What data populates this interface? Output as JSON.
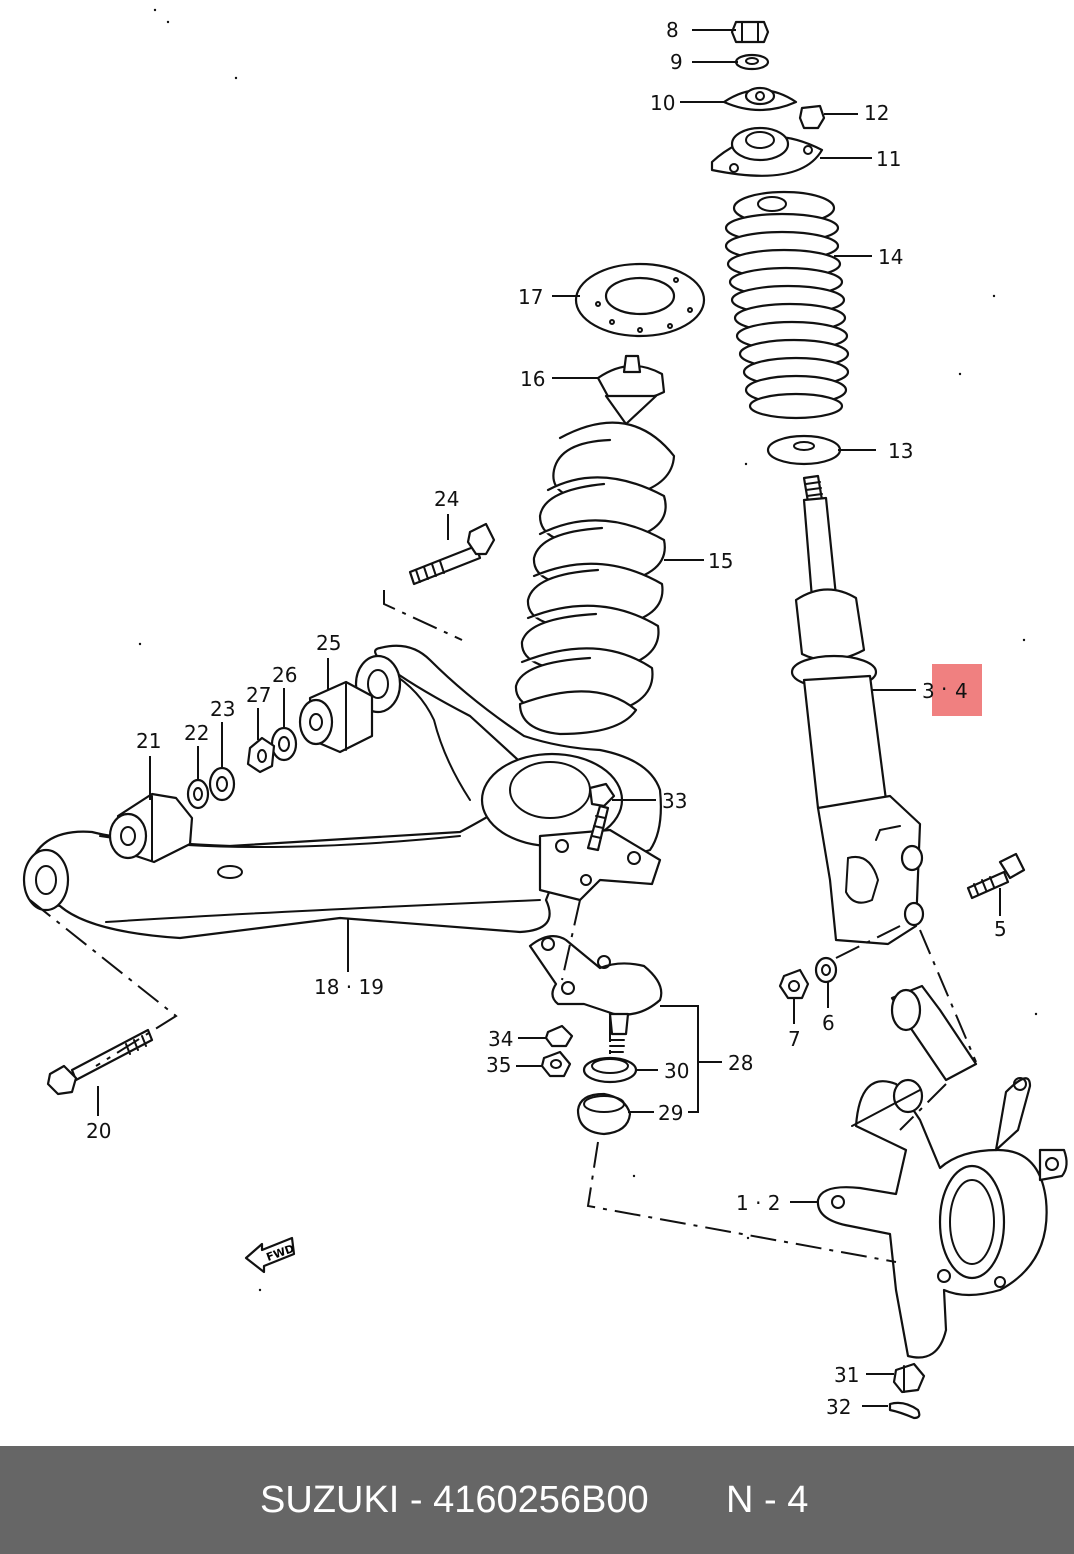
{
  "diagram": {
    "highlight_color": "#f08080",
    "fwd_mark": "FWD",
    "callouts": {
      "c8": "8",
      "c9": "9",
      "c10": "10",
      "c11": "11",
      "c12": "12",
      "c13": "13",
      "c14": "14",
      "c15": "15",
      "c16": "16",
      "c17": "17",
      "c24": "24",
      "c25": "25",
      "c26": "26",
      "c27": "27",
      "c23": "23",
      "c22": "22",
      "c21": "21",
      "c33": "33",
      "c34_left": "3",
      "c34_right": "4",
      "c5": "5",
      "c7": "7",
      "c6": "6",
      "c18_19": "18 · 19",
      "c20": "20",
      "c34": "34",
      "c35": "35",
      "c30": "30",
      "c28": "28",
      "c29": "29",
      "c1_2": "1 · 2",
      "c31": "31",
      "c32": "32"
    }
  },
  "footer": {
    "background": "#666666",
    "left_text": "SUZUKI - 4160256B00",
    "right_text": "N - 4"
  }
}
